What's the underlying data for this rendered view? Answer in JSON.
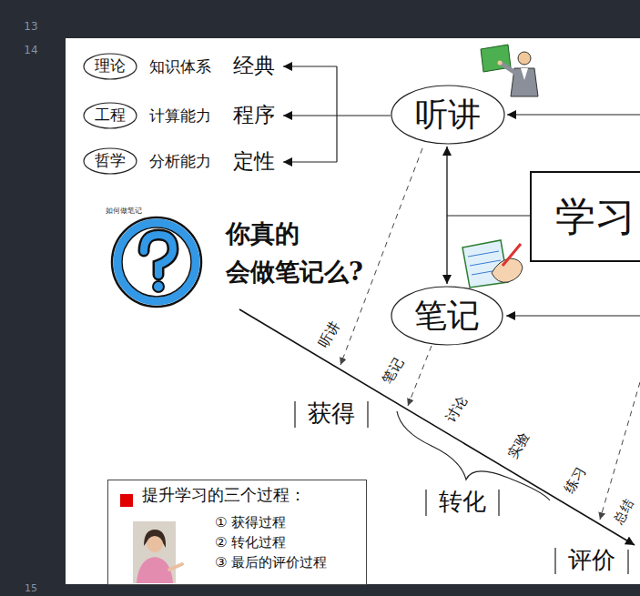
{
  "diagram": {
    "nodes": [
      {
        "text": [
          "理论"
        ]
      },
      {
        "text": [
          "工程"
        ]
      },
      {
        "text": [
          "哲学"
        ]
      },
      {
        "text": [
          "听讲"
        ]
      },
      {
        "text": [
          "学习"
        ]
      },
      {
        "text": [
          "笔记"
        ]
      },
      {
        "text": [
          "提升学习的三个过程：",
          "① 获得过程",
          "② 转化过程",
          "③ 最后的评价过程"
        ]
      }
    ],
    "edges": [
      {
        "from": 3,
        "to": 5,
        "arrow": "both"
      }
    ],
    "labels": [
      "13",
      "14",
      "知识体系",
      "经典",
      "计算能力",
      "程序",
      "分析能力",
      "定性",
      "如何做笔记",
      "你真的 会做笔记么?",
      "听讲",
      "笔记",
      "讨论",
      "实验",
      "练习",
      "总结",
      "获得",
      "转化",
      "评价",
      "15"
    ]
  }
}
